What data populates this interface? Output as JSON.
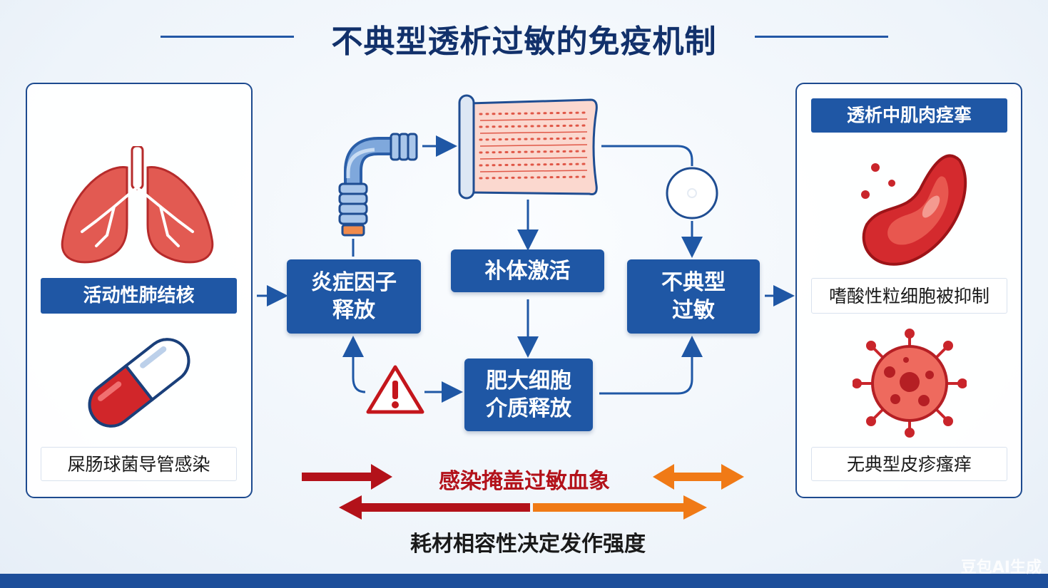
{
  "title": "不典型透析过敏的免疫机制",
  "left_panel": {
    "label_top": "活动性肺结核",
    "label_bottom": "屎肠球菌导管感染",
    "icons": [
      "lungs-icon",
      "capsule-icon"
    ]
  },
  "flow": {
    "inflammatory": "炎症因子\n释放",
    "complement": "补体激活",
    "atypical": "不典型\n过敏",
    "mast_cell": "肥大细胞\n介质释放"
  },
  "right_panel": {
    "header": "透析中肌肉痉挛",
    "label_middle": "嗜酸性粒细胞被抑制",
    "label_bottom": "无典型皮疹瘙痒",
    "icons": [
      "red-blood-cell-icon",
      "virus-icon"
    ]
  },
  "bottom": {
    "masking_text": "感染掩盖过敏血象",
    "compat_text": "耗材相容性决定发作强度"
  },
  "watermark": "豆包AI生成",
  "colors": {
    "primary_blue": "#1f57a5",
    "dark_red": "#b3121a",
    "orange": "#f07a16"
  }
}
